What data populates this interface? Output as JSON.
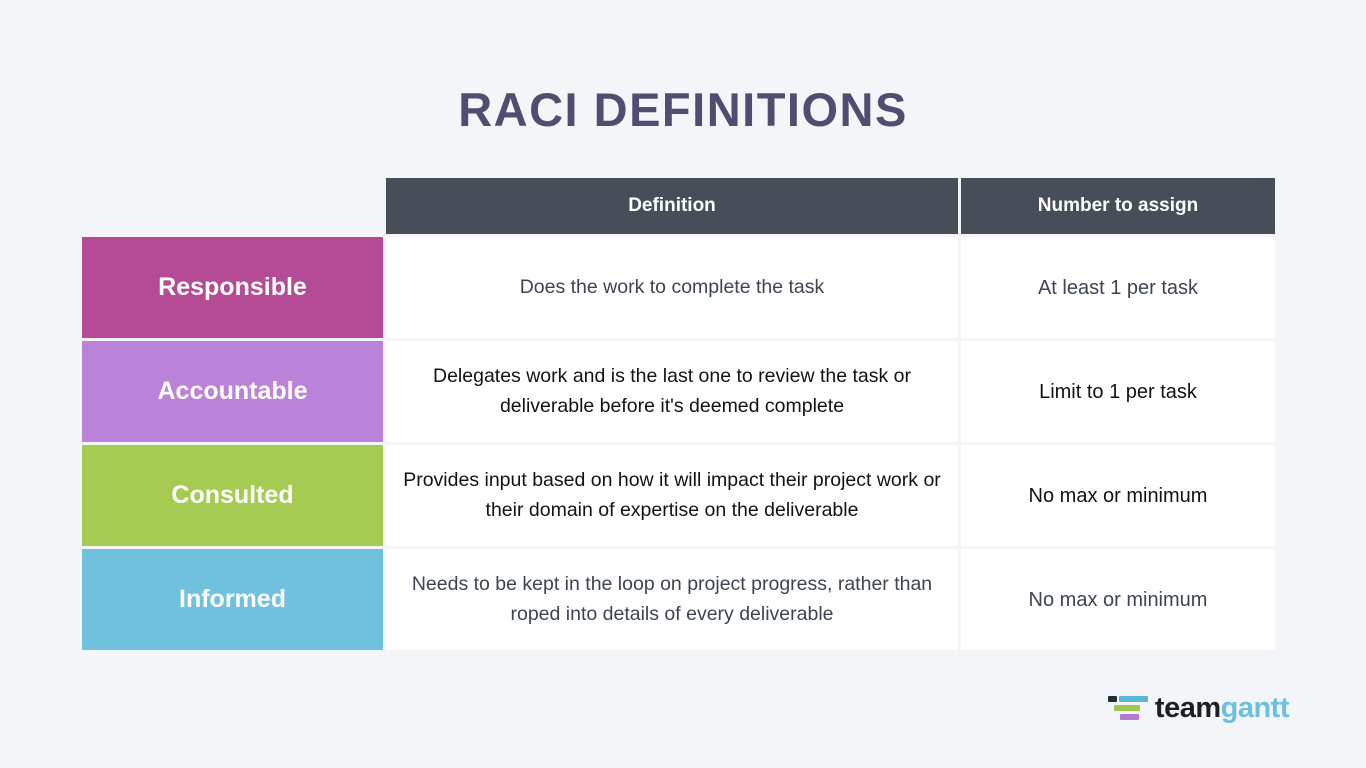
{
  "page": {
    "title": "RACI DEFINITIONS",
    "background": "#f3f5f8",
    "title_color": "#4e4e71"
  },
  "table": {
    "header": {
      "bg": "#474e5a",
      "text_color": "#ffffff",
      "columns": {
        "definition": "Definition",
        "number": "Number to assign"
      }
    },
    "cell_bg": "#ffffff",
    "rows": [
      {
        "label": "Responsible",
        "color": "#b54b94",
        "text_color": "#3d4553",
        "definition": "Does the work to complete the task",
        "number": "At least 1 per task"
      },
      {
        "label": "Accountable",
        "color": "#ba82d9",
        "text_color": "#121317",
        "definition": "Delegates work and is the last one to review the task or deliverable before it's deemed complete",
        "number": "Limit to 1 per task"
      },
      {
        "label": "Consulted",
        "color": "#a6cb52",
        "text_color": "#121317",
        "definition": "Provides input based on how it will impact their project work or their domain of expertise on the deliverable",
        "number": "No max or minimum"
      },
      {
        "label": "Informed",
        "color": "#6fc1dd",
        "text_color": "#3d4553",
        "definition": "Needs to be kept in the loop on project progress, rather than roped into details of every deliverable",
        "number": "No max or minimum"
      }
    ]
  },
  "logo": {
    "word_dark": "team",
    "word_light": "gantt",
    "word_dark_color": "#1b2025",
    "word_light_color": "#6cc0dd",
    "bar_dash_color": "#1d3038",
    "bar_blue_color": "#5cb5d3",
    "bar_green_color": "#9fc84e",
    "bar_purple_color": "#b679d2"
  }
}
